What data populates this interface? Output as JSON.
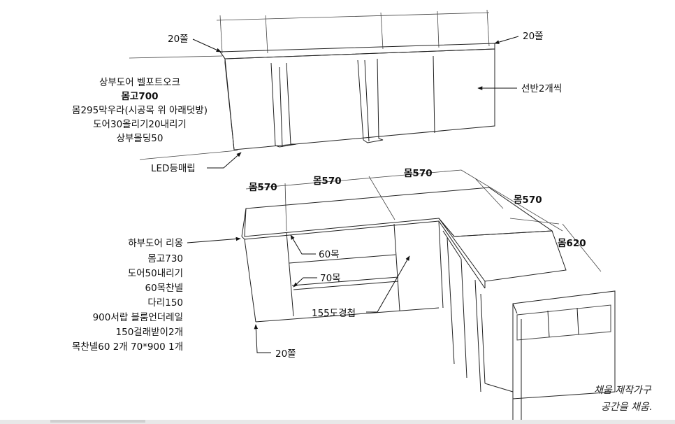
{
  "upper": {
    "gap_left": "20쫄",
    "gap_right": "20쫄",
    "shelf": "선반2개씩",
    "led": "LED등매립",
    "notes": [
      "상부도어 벨포트오크",
      "몸고700",
      "몸295막우라(시공목 위 아래덧방)",
      "도어30올리기20내리기",
      "상부몰딩50"
    ]
  },
  "lower": {
    "dims": [
      "몸570",
      "몸570",
      "몸570",
      "몸570",
      "몸620"
    ],
    "panel_60": "60목",
    "panel_70": "70목",
    "countertop": "155도경첩",
    "gap_bottom": "20쫄",
    "notes": [
      "하부도어 리옹",
      "몸고730",
      "도어50내리기",
      "60목찬넬",
      "다리150",
      "900서랍 블룸언더레일",
      "150걸래받이2개",
      "목찬넬60 2개 70*900 1개"
    ]
  },
  "signature": [
    "채움 제작가구",
    "공간을 채움."
  ]
}
